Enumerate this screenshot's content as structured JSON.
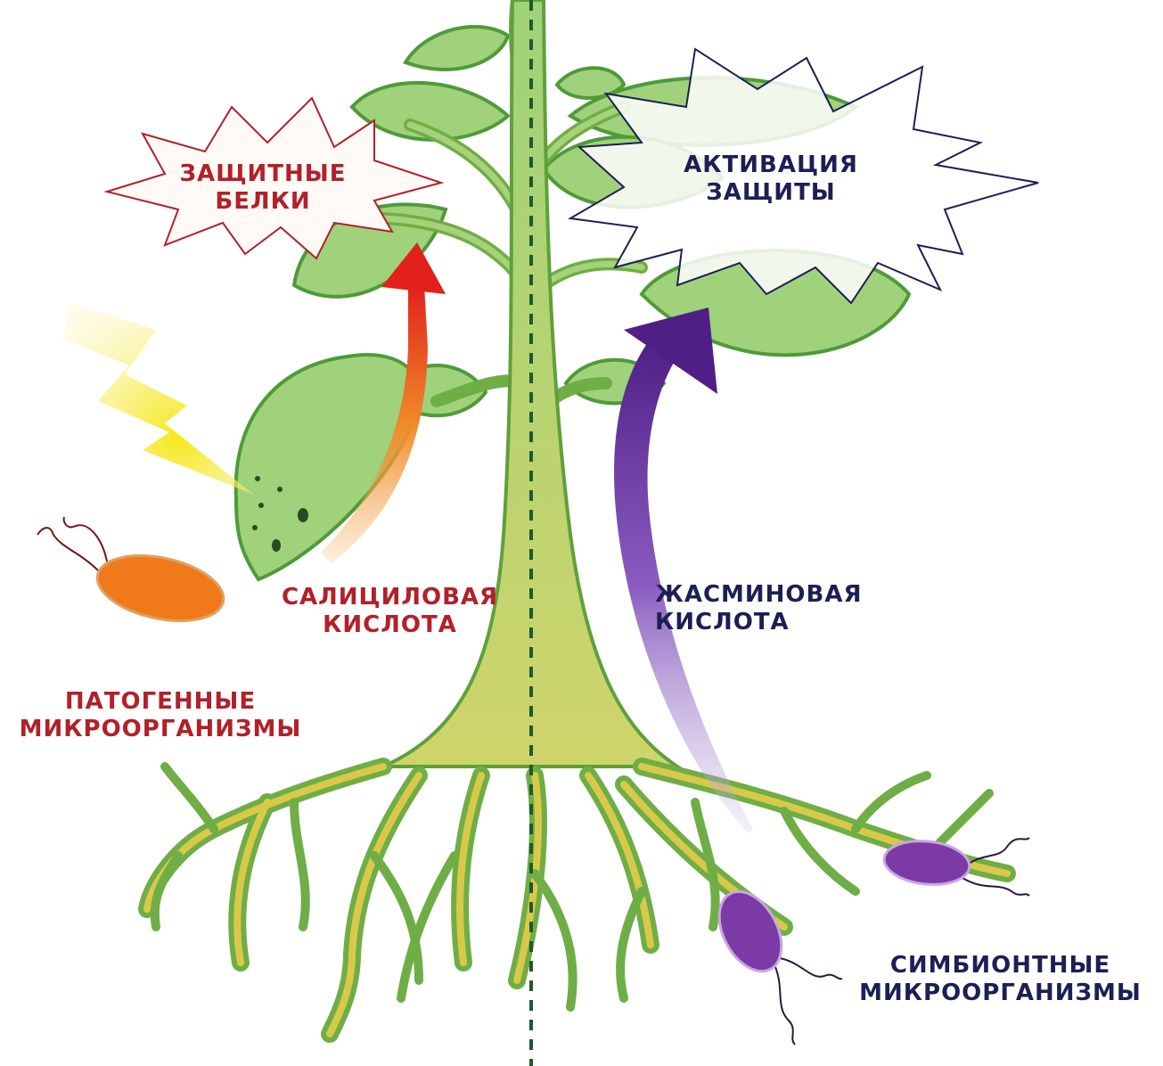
{
  "labels": {
    "protective_proteins": [
      "ЗАЩИТНЫЕ",
      "БЕЛКИ"
    ],
    "defense_activation": [
      "АКТИВАЦИЯ",
      "ЗАЩИТЫ"
    ],
    "salicylic_acid": [
      "САЛИЦИЛОВАЯ",
      "КИСЛОТА"
    ],
    "jasmonic_acid": [
      "ЖАСМИНОВАЯ",
      "КИСЛОТА"
    ],
    "pathogenic_microbes": [
      "ПАТОГЕННЫЕ",
      "МИКРООРГАНИЗМЫ"
    ],
    "symbiotic_microbes": [
      "СИМБИОНТНЫЕ",
      "МИКРООРГАНИЗМЫ"
    ]
  },
  "colors": {
    "leaf": "#9fd27a",
    "leaf_outline": "#4f9a3a",
    "stem": "#a6cf6e",
    "root_core": "#d9c94a",
    "red_text": "#b2202a",
    "navy_text": "#1c1f55",
    "salicylic_arrow": "#e23b1f",
    "jasmonic_arrow": "#5b2c8e",
    "pathogen": "#f07a1a",
    "symbiont": "#7b3aa6",
    "lightning": "#f2e21a"
  }
}
